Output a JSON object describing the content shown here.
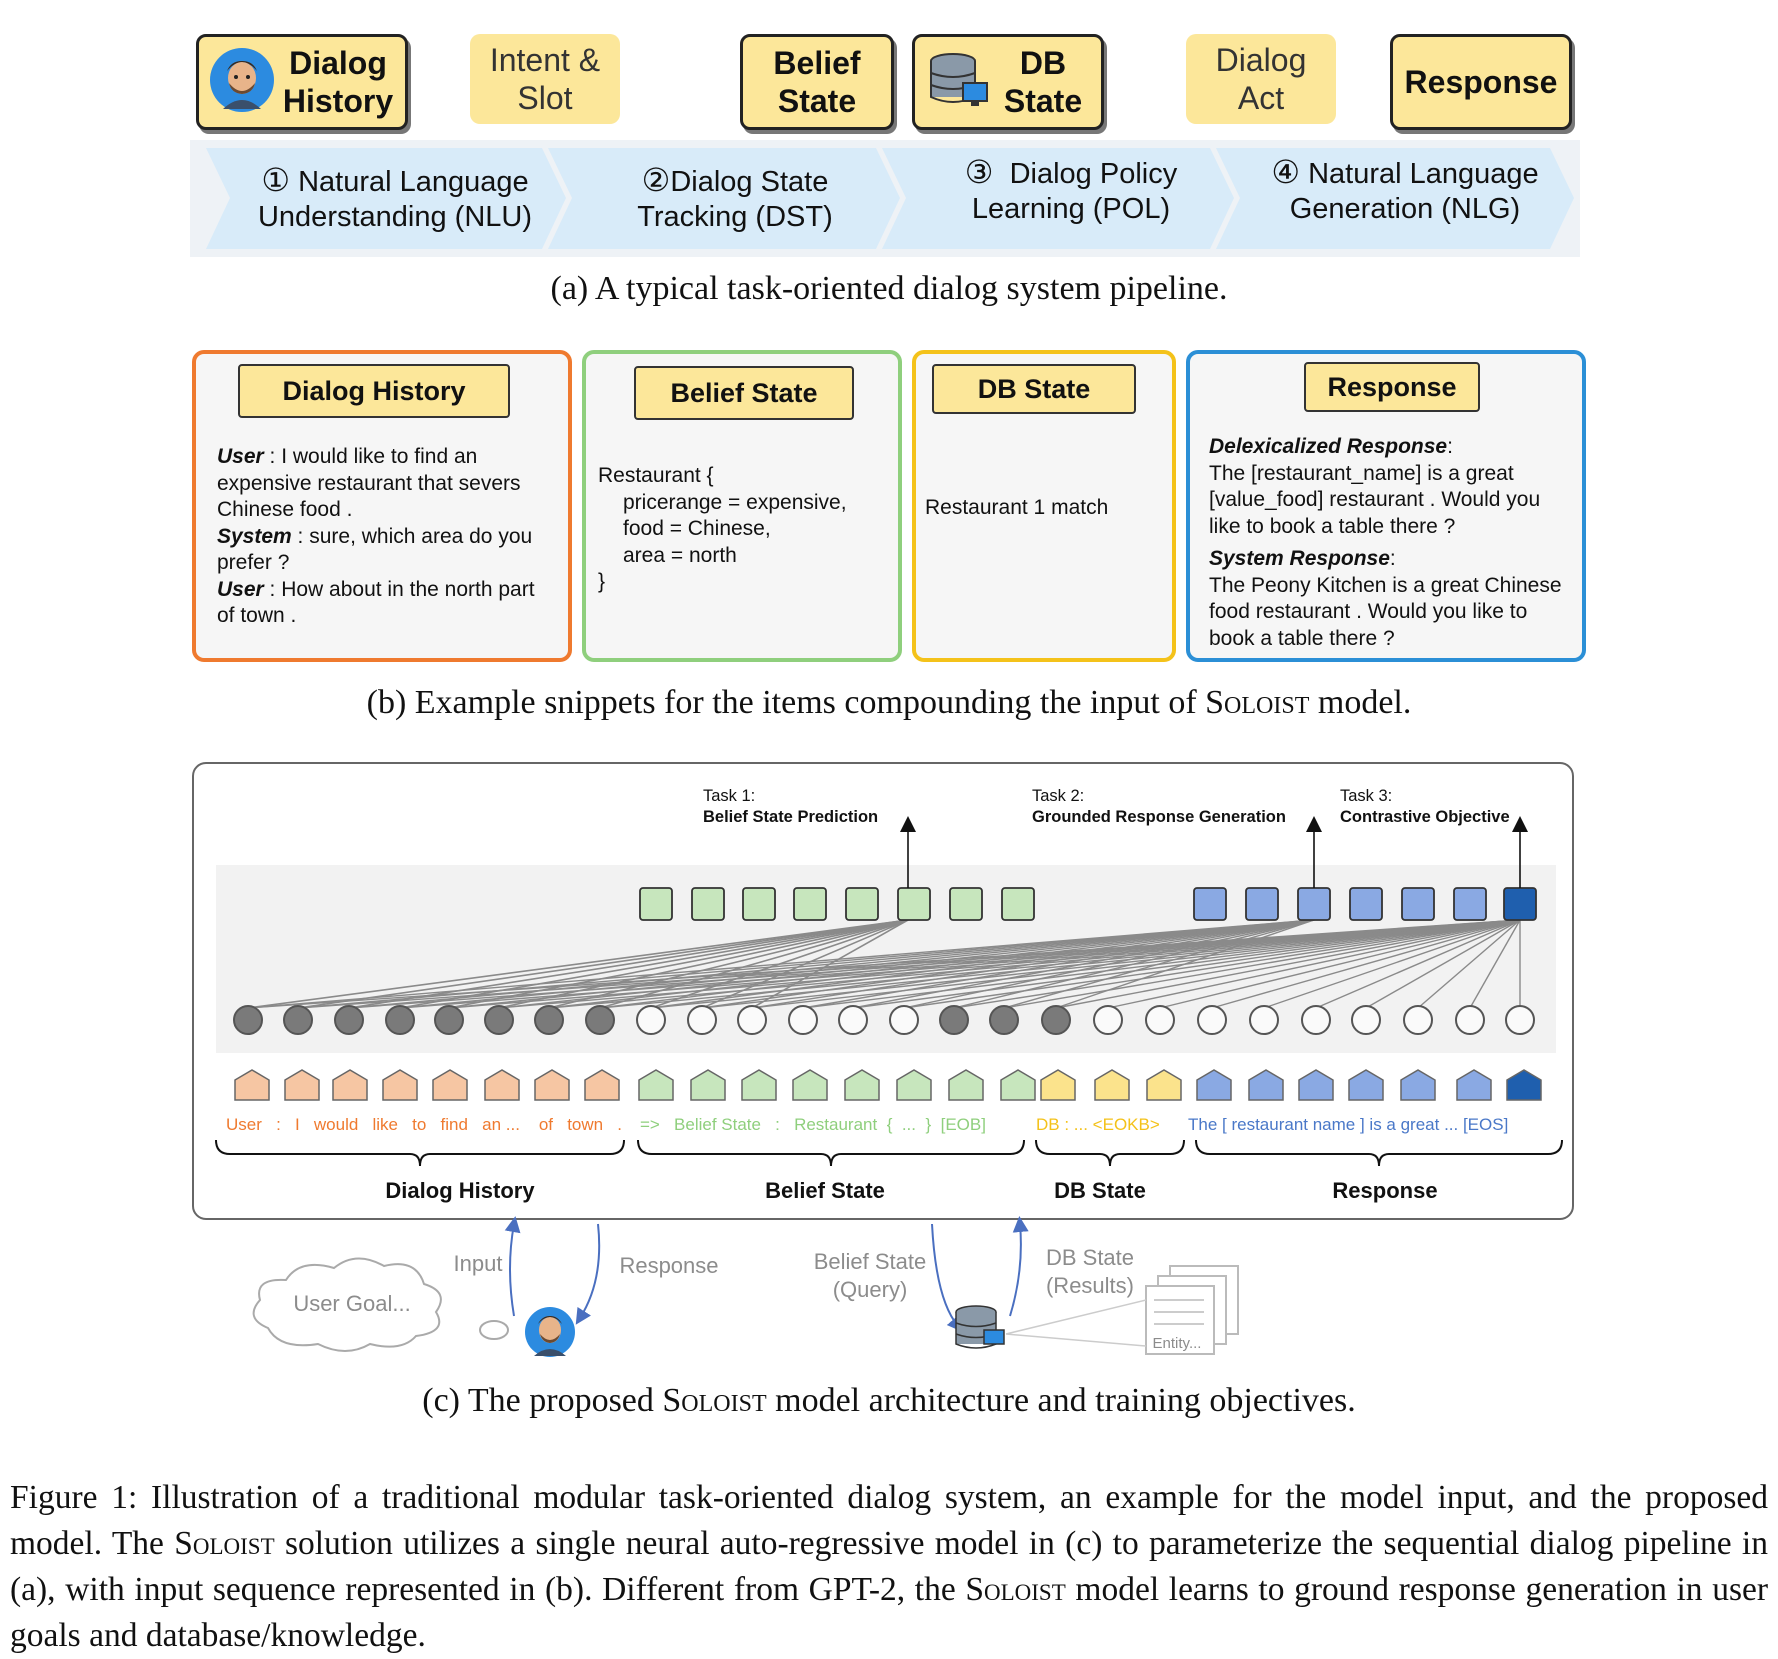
{
  "part_a": {
    "tags": {
      "dialog_history": "Dialog\nHistory",
      "intent_slot": "Intent &\nSlot",
      "belief_state": "Belief\nState",
      "db_state": "DB\nState",
      "dialog_act": "Dialog\nAct",
      "response": "Response"
    },
    "steps": [
      {
        "num": "①",
        "line1": "Natural Language",
        "line2": "Understanding (NLU)"
      },
      {
        "num": "②",
        "line1": "Dialog State",
        "line2": "Tracking (DST)"
      },
      {
        "num": "③",
        "line1": "Dialog Policy",
        "line2": "Learning (POL)"
      },
      {
        "num": "④",
        "line1": "Natural Language",
        "line2": "Generation (NLG)"
      }
    ],
    "caption": "(a) A typical task-oriented dialog system pipeline."
  },
  "part_b": {
    "panels": {
      "dialog_history": {
        "title": "Dialog History",
        "user_label": "User",
        "line1": " :  I would like to find an expensive restaurant that severs Chinese food .",
        "system_label": "System",
        "line2": " : sure, which area do you prefer ?",
        "user2_label": "User",
        "line3": " : How about in the north part of town ."
      },
      "belief_state": {
        "title": "Belief State",
        "l1": "Restaurant {",
        "l2": "pricerange = expensive,",
        "l3": "food = Chinese,",
        "l4": "area = north",
        "l5": "}"
      },
      "db_state": {
        "title": "DB State",
        "text": "Restaurant 1 match"
      },
      "response": {
        "title": "Response",
        "delex_label": "Delexicalized Response",
        "delex_text": "The [restaurant_name] is a great [value_food] restaurant . Would you like to book a table there ?",
        "sys_label": "System Response",
        "sys_text": "The Peony Kitchen is a great Chinese food restaurant . Would you like to book a table there ?"
      }
    },
    "caption_pre": "(b) Example snippets for the items compounding the input of ",
    "caption_model": "Soloist",
    "caption_post": " model."
  },
  "part_c": {
    "tasks": [
      {
        "label": "Task 1:",
        "name": "Belief State Prediction"
      },
      {
        "label": "Task 2:",
        "name": "Grounded Response Generation"
      },
      {
        "label": "Task 3:",
        "name": "Contrastive Objective"
      }
    ],
    "tokens": {
      "history": [
        "User",
        ":",
        "I",
        "would",
        "like",
        "to",
        "find",
        "an ...",
        "of",
        "town",
        "."
      ],
      "belief": [
        "=>",
        "Belief State",
        ":",
        "Restaurant",
        "{",
        "...",
        "}",
        "[EOB]"
      ],
      "db": "DB : ... <EOKB>",
      "response": "The [ restaurant name ] is a great  ... [EOS]"
    },
    "segments": [
      "Dialog History",
      "Belief State",
      "DB State",
      "Response"
    ],
    "bottom": {
      "user_goal": "User Goal...",
      "input": "Input",
      "response": "Response",
      "belief_query": "Belief State\n(Query)",
      "db_results": "DB State\n(Results)",
      "entity": "Entity..."
    },
    "caption_pre": "(c) The proposed ",
    "caption_model": "Soloist",
    "caption_post": " model architecture and training objectives."
  },
  "figure_caption": {
    "p1": "Figure 1: Illustration of a traditional modular task-oriented dialog system, an example for the model input, and the proposed model. The ",
    "m1": "Soloist",
    "p2": " solution utilizes a single neural auto-regressive model in (c) to parameterize the sequential dialog pipeline in (a), with input sequence represented in (b). Different from GPT-2, the ",
    "m2": "Soloist",
    "p3": " model learns to ground response generation in user goals and database/knowledge."
  },
  "colors": {
    "tag_fill": "#fce79a",
    "history_orange": "#ef7a2f",
    "belief_green": "#8fcf7d",
    "db_yellow": "#f4c21a",
    "response_blue": "#2b8fd6",
    "token_orange": "#f6c6a3",
    "token_green": "#c7e6bd",
    "token_yellow": "#fbe38c",
    "token_blue": "#8aa9e3",
    "token_dark_blue": "#1f5fae"
  }
}
